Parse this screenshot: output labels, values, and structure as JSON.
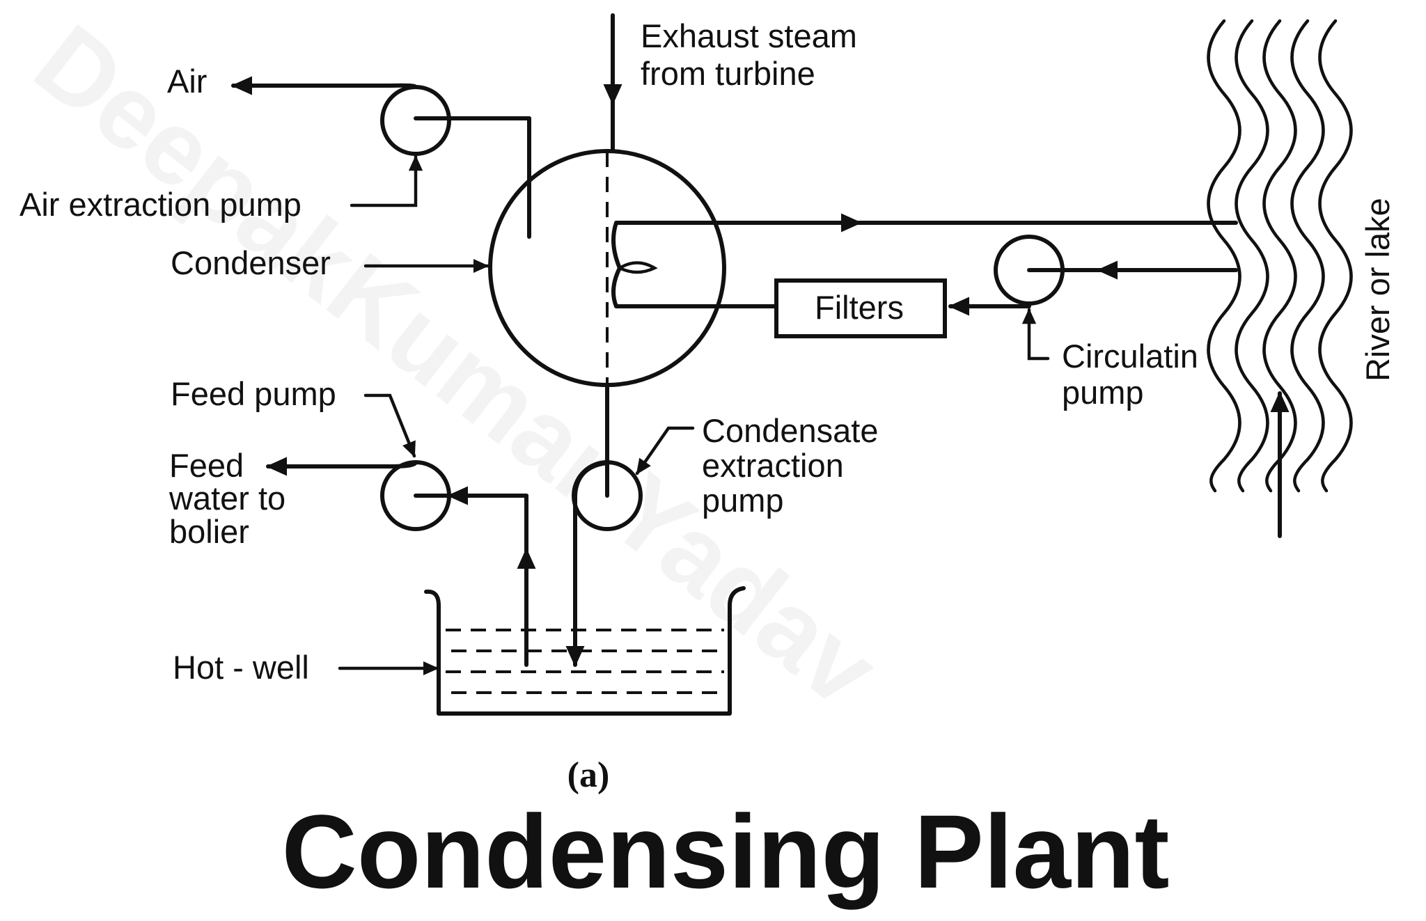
{
  "diagram": {
    "labels": {
      "exhaust_line1": "Exhaust steam",
      "exhaust_line2": "from turbine",
      "air": "Air",
      "air_extraction_pump": "Air extraction pump",
      "condenser": "Condenser",
      "filters": "Filters",
      "circulating_line1": "Circulatin",
      "circulating_line2": "pump",
      "river": "River or lake",
      "feed_pump": "Feed pump",
      "feed_line1": "Feed",
      "feed_line2": "water to",
      "feed_line3": "bolier",
      "condensate_line1": "Condensate",
      "condensate_line2": "extraction",
      "condensate_line3": "pump",
      "hot_well": "Hot - well",
      "caption": "(a)"
    },
    "title": "Condensing Plant",
    "watermark": "DeepakKumar Yadav"
  }
}
